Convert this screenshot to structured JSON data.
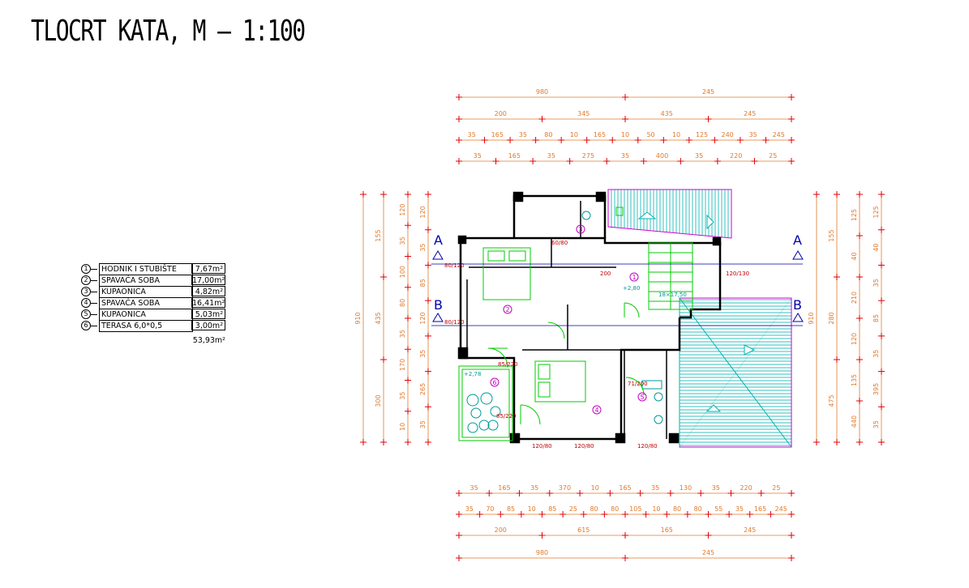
{
  "title": "TLOCRT KATA, M – 1:100",
  "legend": {
    "rooms": [
      {
        "num": "1",
        "name": "HODNIK I STUBIŠTE",
        "area": "7,67m²"
      },
      {
        "num": "2",
        "name": "SPAVAĆA SOBA",
        "area": "17,00m²"
      },
      {
        "num": "3",
        "name": "KUPAONICA",
        "area": "4,82m²"
      },
      {
        "num": "4",
        "name": "SPAVAĆA SOBA",
        "area": "16,41m²"
      },
      {
        "num": "5",
        "name": "KUPAONICA",
        "area": "5,03m²"
      },
      {
        "num": "6",
        "name": "TERASA 6,0*0,5",
        "area": "3,00m²"
      }
    ],
    "total": "53,93m²"
  },
  "section_marks": [
    "A",
    "A",
    "B",
    "B"
  ],
  "dims": {
    "top": [
      [
        "980",
        "245"
      ],
      [
        "200",
        "345",
        "435",
        "245"
      ],
      [
        "35",
        "165",
        "35",
        "80",
        "10",
        "165",
        "10",
        "50",
        "10",
        "125",
        "240",
        "35",
        "245"
      ],
      [
        "35",
        "165",
        "35",
        "275",
        "35",
        "400",
        "35",
        "220",
        "25"
      ]
    ],
    "bottom": [
      [
        "35",
        "165",
        "35",
        "370",
        "10",
        "165",
        "35",
        "130",
        "35",
        "220",
        "25"
      ],
      [
        "35",
        "70",
        "85",
        "10",
        "85",
        "25",
        "80",
        "80",
        "105",
        "10",
        "80",
        "80",
        "55",
        "35",
        "165",
        "245"
      ],
      [
        "200",
        "615",
        "165",
        "245"
      ],
      [
        "980",
        "245"
      ]
    ],
    "left": [
      [
        "910"
      ],
      [
        "155",
        "435",
        "300"
      ],
      [
        "120",
        "35",
        "100",
        "80",
        "35",
        "170",
        "35",
        "10"
      ],
      [
        "120",
        "35",
        "85",
        "120",
        "35",
        "265",
        "35"
      ]
    ],
    "right": [
      [
        "910"
      ],
      [
        "155",
        "280",
        "475"
      ],
      [
        "125",
        "40",
        "210",
        "120",
        "135",
        "440"
      ],
      [
        "125",
        "40",
        "35",
        "85",
        "35",
        "395",
        "35"
      ]
    ]
  },
  "plan_labels": {
    "levels": [
      "+2,80",
      "+2,78"
    ],
    "stairs": "18×17,50",
    "openings": [
      "120/130",
      "200",
      "80/120",
      "80/120",
      "71/200",
      "85/220",
      "85/220",
      "120/80",
      "120/80",
      "120/80",
      "60/80"
    ]
  }
}
